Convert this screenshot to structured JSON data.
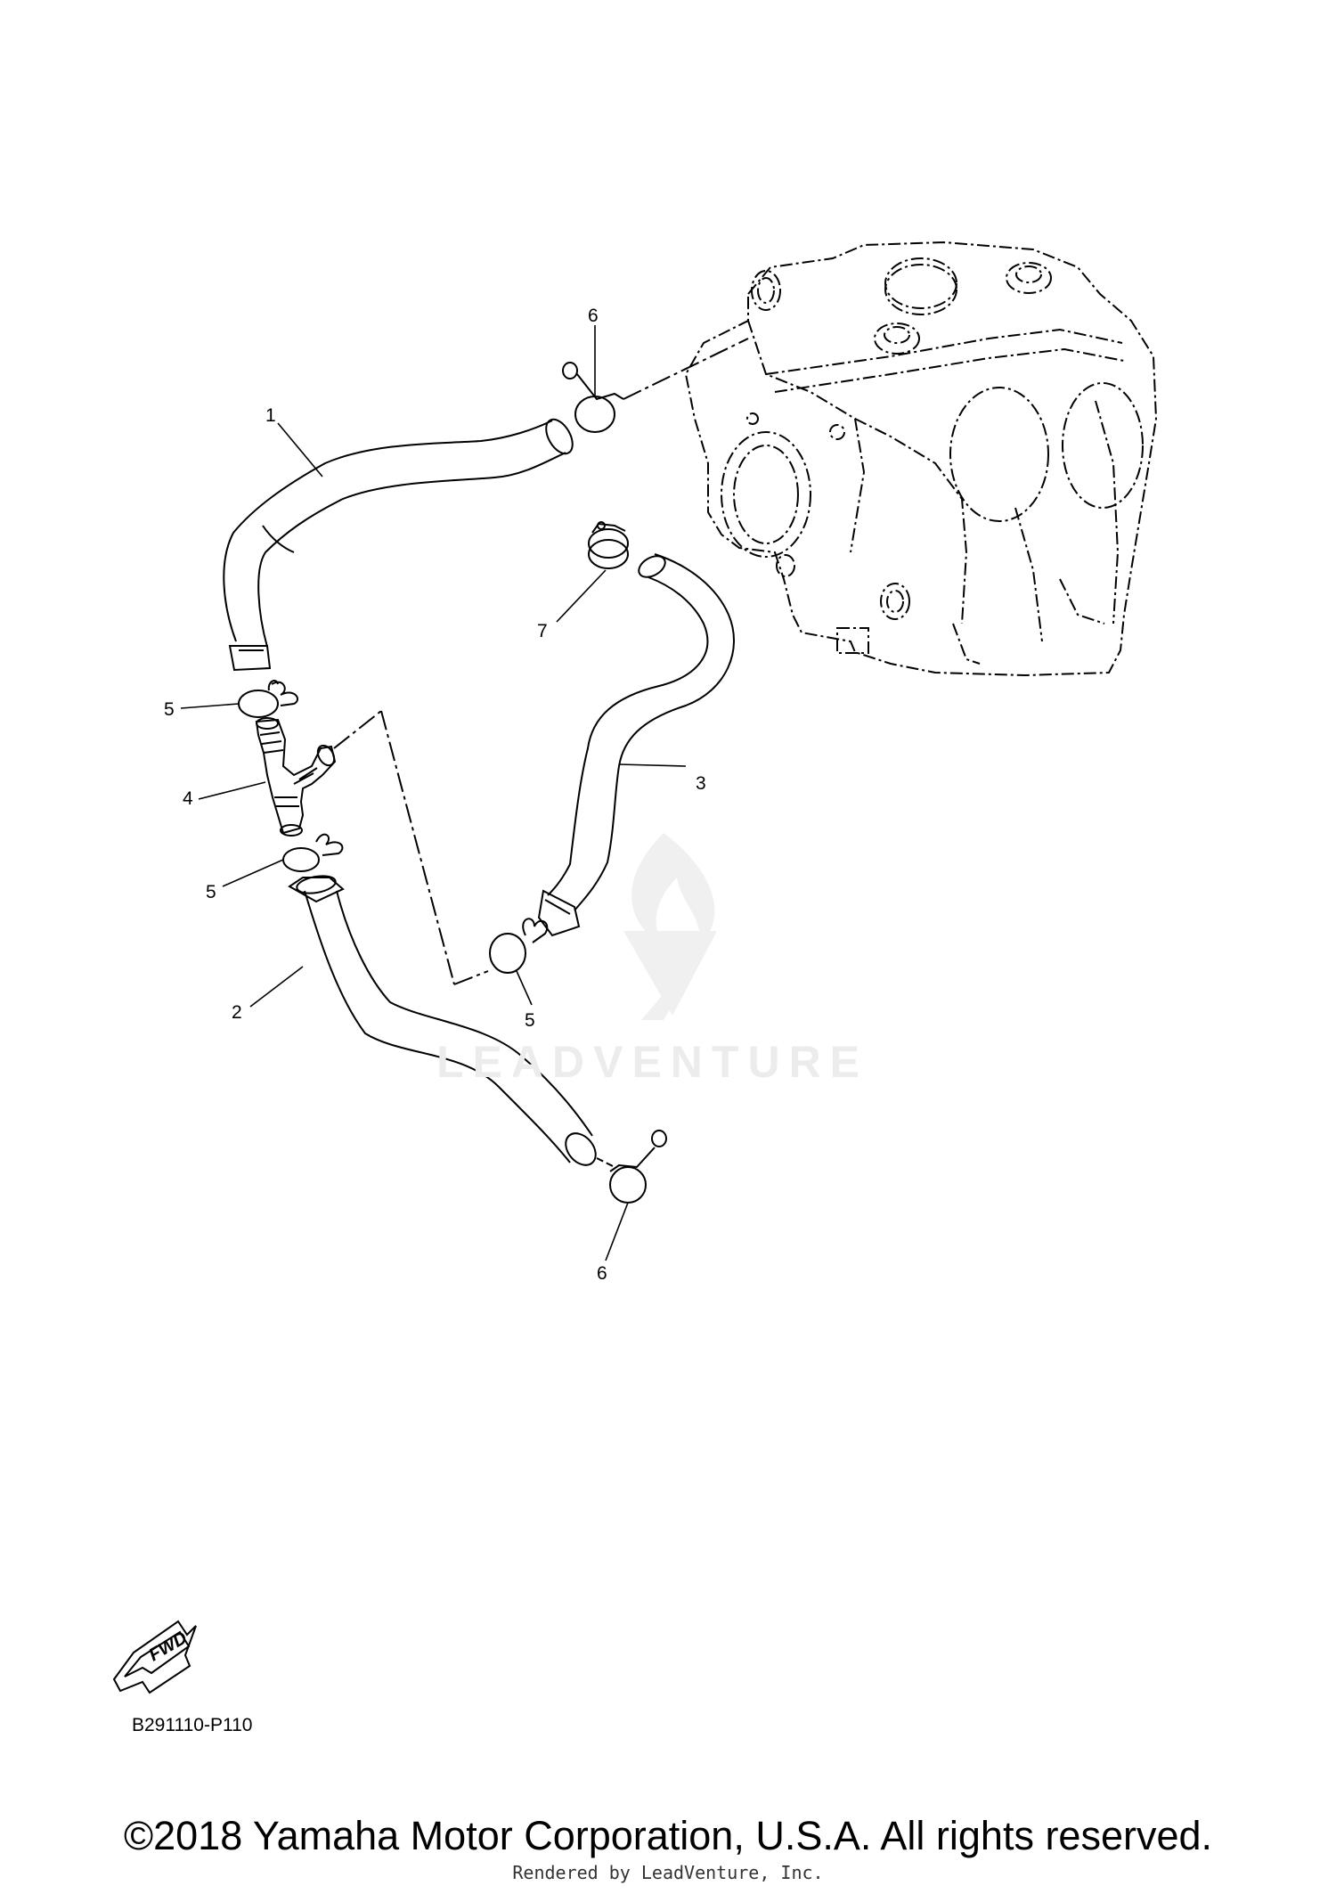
{
  "callouts": [
    {
      "id": "callout-1",
      "label": "1"
    },
    {
      "id": "callout-2",
      "label": "2"
    },
    {
      "id": "callout-3",
      "label": "3"
    },
    {
      "id": "callout-4",
      "label": "4"
    },
    {
      "id": "callout-5a",
      "label": "5"
    },
    {
      "id": "callout-5b",
      "label": "5"
    },
    {
      "id": "callout-5c",
      "label": "5"
    },
    {
      "id": "callout-6a",
      "label": "6"
    },
    {
      "id": "callout-6b",
      "label": "6"
    },
    {
      "id": "callout-7",
      "label": "7"
    }
  ],
  "fwd_label": "FWD",
  "diagram_code": "B291110-P110",
  "watermark": "LEADVENTURE",
  "copyright": "©2018 Yamaha Motor Corporation, U.S.A. All rights reserved.",
  "rendered_by": "Rendered by LeadVenture, Inc."
}
